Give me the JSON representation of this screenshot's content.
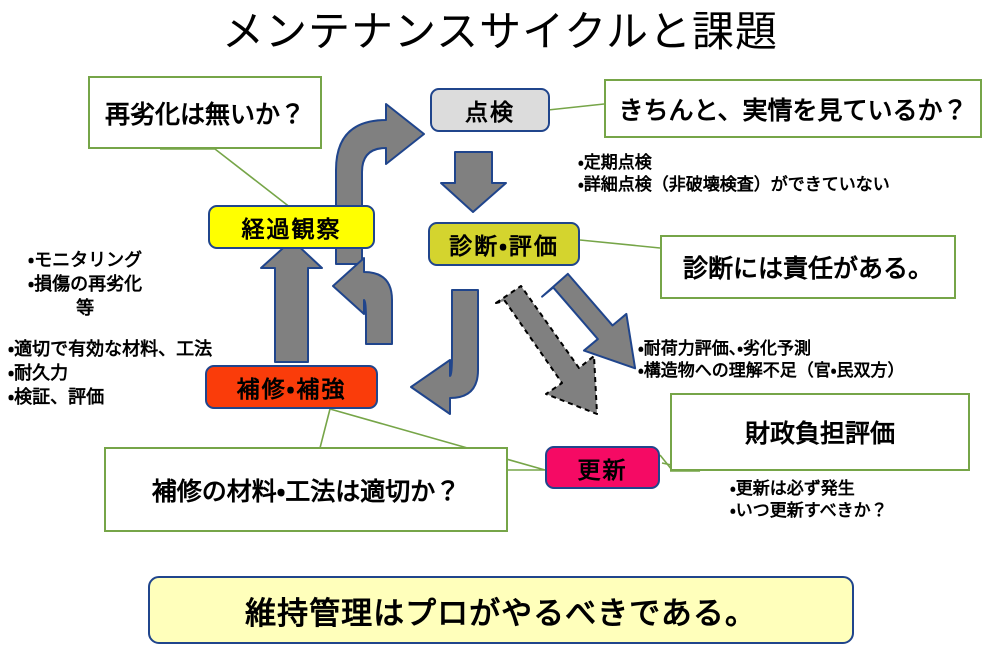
{
  "title": "メンテナンスサイクルと課題",
  "colors": {
    "node_border": "#20458c",
    "arrow_fill": "#808080",
    "arrow_stroke": "#20458c",
    "callout_border": "#76a548",
    "inspect_fill": "#dcdcdc",
    "diagnose_fill": "#d4d42e",
    "renew_fill": "#f50a64",
    "repair_fill": "#fa3c0a",
    "observe_fill": "#ffff00",
    "banner_fill": "#ffffbb"
  },
  "nodes": {
    "inspect": "点検",
    "diagnose": "診断・評価",
    "renew": "更新",
    "repair": "補修・補強",
    "observe": "経過観察"
  },
  "callouts": {
    "redegradation": "再劣化は無いか？",
    "actual_condition": "きちんと、実情を見ているか？",
    "responsibility": "診断には責任がある。",
    "finance": "財政負担評価",
    "repair_material": "補修の材料・工法は適切か？"
  },
  "notes": {
    "inspect": [
      "・定期点検",
      "・詳細点検（非破壊検査）ができていない"
    ],
    "observe": [
      "・モニタリング",
      "・損傷の再劣化",
      "等"
    ],
    "repair": [
      "・適切で有効な材料、工法",
      "・耐久力",
      "・検証、評価"
    ],
    "diagnose": [
      "・耐荷力評価、・劣化予測",
      "・構造物への理解不足（官・民双方）"
    ],
    "renew": [
      "・更新は必ず発生",
      "・いつ更新すべきか？"
    ]
  },
  "banner": "維持管理はプロがやるべきである。"
}
